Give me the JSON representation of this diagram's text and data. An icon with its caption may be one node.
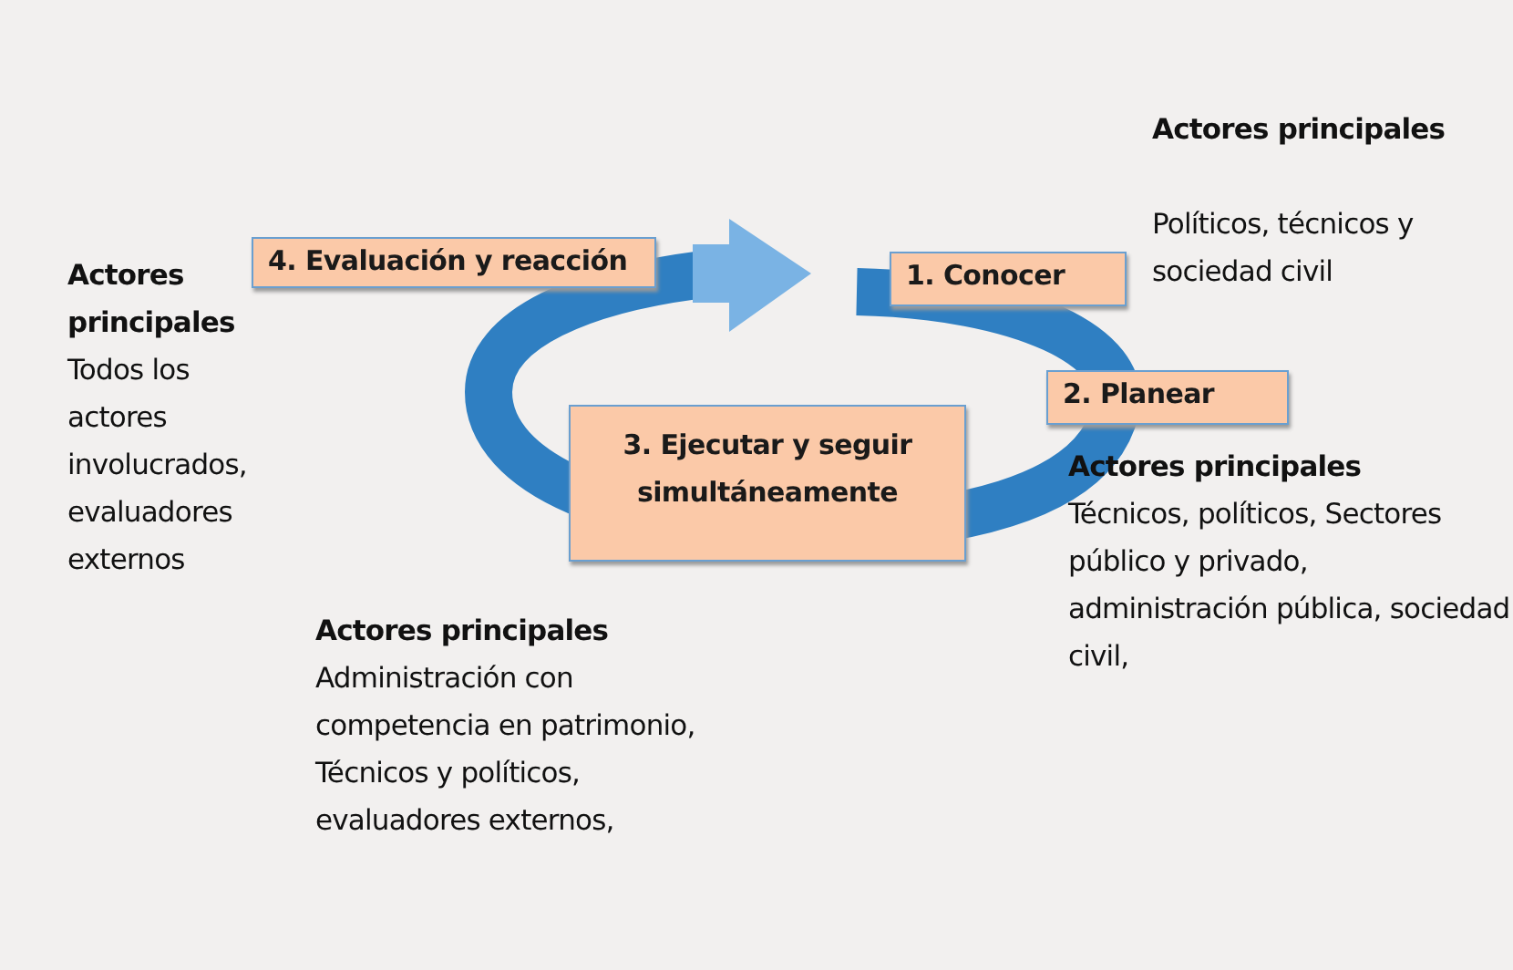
{
  "diagram": {
    "nodes": [
      {
        "text": [
          "1. Conocer"
        ]
      },
      {
        "text": [
          "2. Planear"
        ]
      },
      {
        "text": [
          "3. Ejecutar y seguir simultáneamente"
        ]
      },
      {
        "text": [
          "4. Evaluación y reacción"
        ]
      }
    ],
    "labels": [
      "Actores principales",
      "Políticos, técnicos y sociedad civil",
      "Actores principales",
      "Todos los actores involucrados, evaluadores externos",
      "Actores principales",
      "Técnicos, políticos, Sectores público y privado, administración pública, sociedad civil,",
      "Actores principales",
      "Administración con competencia en patrimonio, Técnicos y políticos,  evaluadores externos,"
    ]
  }
}
